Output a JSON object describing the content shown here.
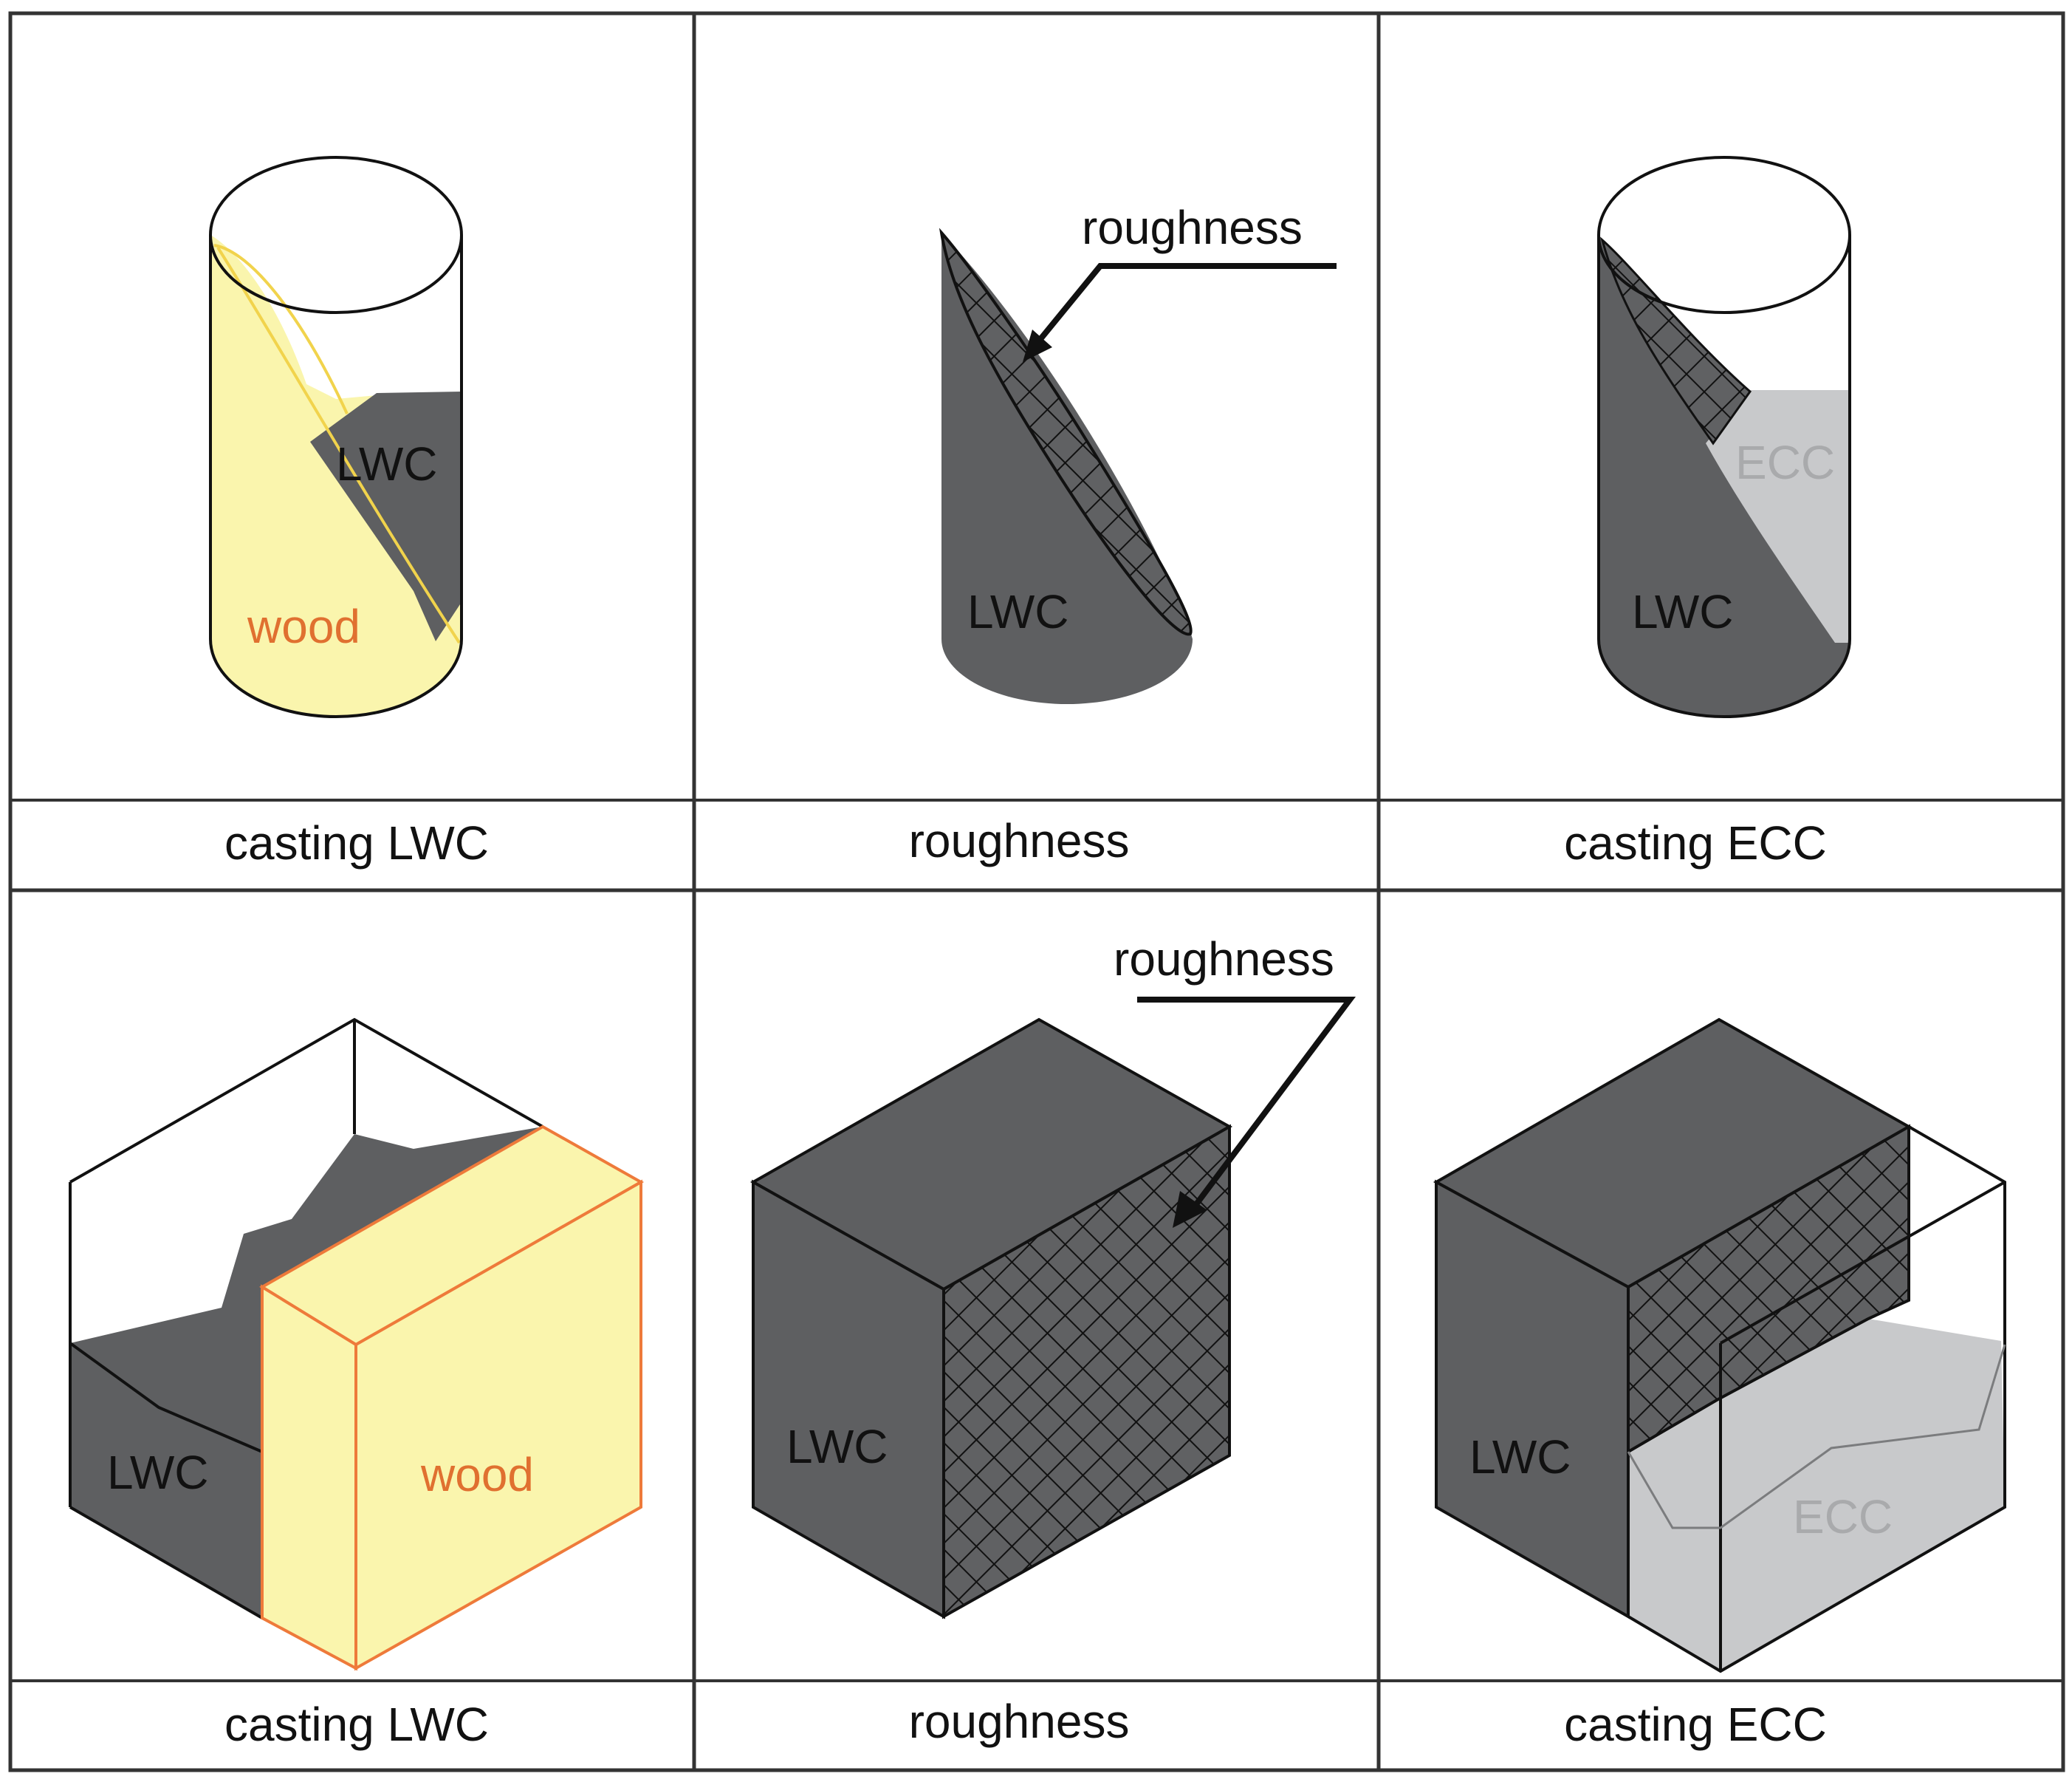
{
  "colors": {
    "lwc": "#5e5f61",
    "ecc": "#c8c9cb",
    "ecc_text": "#a9aaac",
    "wood_fill": "#faf5ad",
    "wood_outline": "#ee7a3a",
    "wood_text": "#e07030",
    "cylinder_wood_edge": "#f1d34c",
    "line": "#111111",
    "grid": "#444444"
  },
  "panels": [
    {
      "caption": "casting LWC",
      "labels": {
        "lwc": "LWC",
        "wood": "wood"
      },
      "icon": "cylinder-wood-lwc"
    },
    {
      "caption": "roughness",
      "labels": {
        "lwc": "LWC",
        "callout": "roughness"
      },
      "icon": "cylinder-roughness"
    },
    {
      "caption": "casting ECC",
      "labels": {
        "lwc": "LWC",
        "ecc": "ECC"
      },
      "icon": "cylinder-lwc-ecc"
    },
    {
      "caption": "casting LWC",
      "labels": {
        "lwc": "LWC",
        "wood": "wood"
      },
      "icon": "cube-wood-lwc"
    },
    {
      "caption": "roughness",
      "labels": {
        "lwc": "LWC",
        "callout": "roughness"
      },
      "icon": "cube-roughness"
    },
    {
      "caption": "casting ECC",
      "labels": {
        "lwc": "LWC",
        "ecc": "ECC"
      },
      "icon": "cube-lwc-ecc"
    }
  ]
}
